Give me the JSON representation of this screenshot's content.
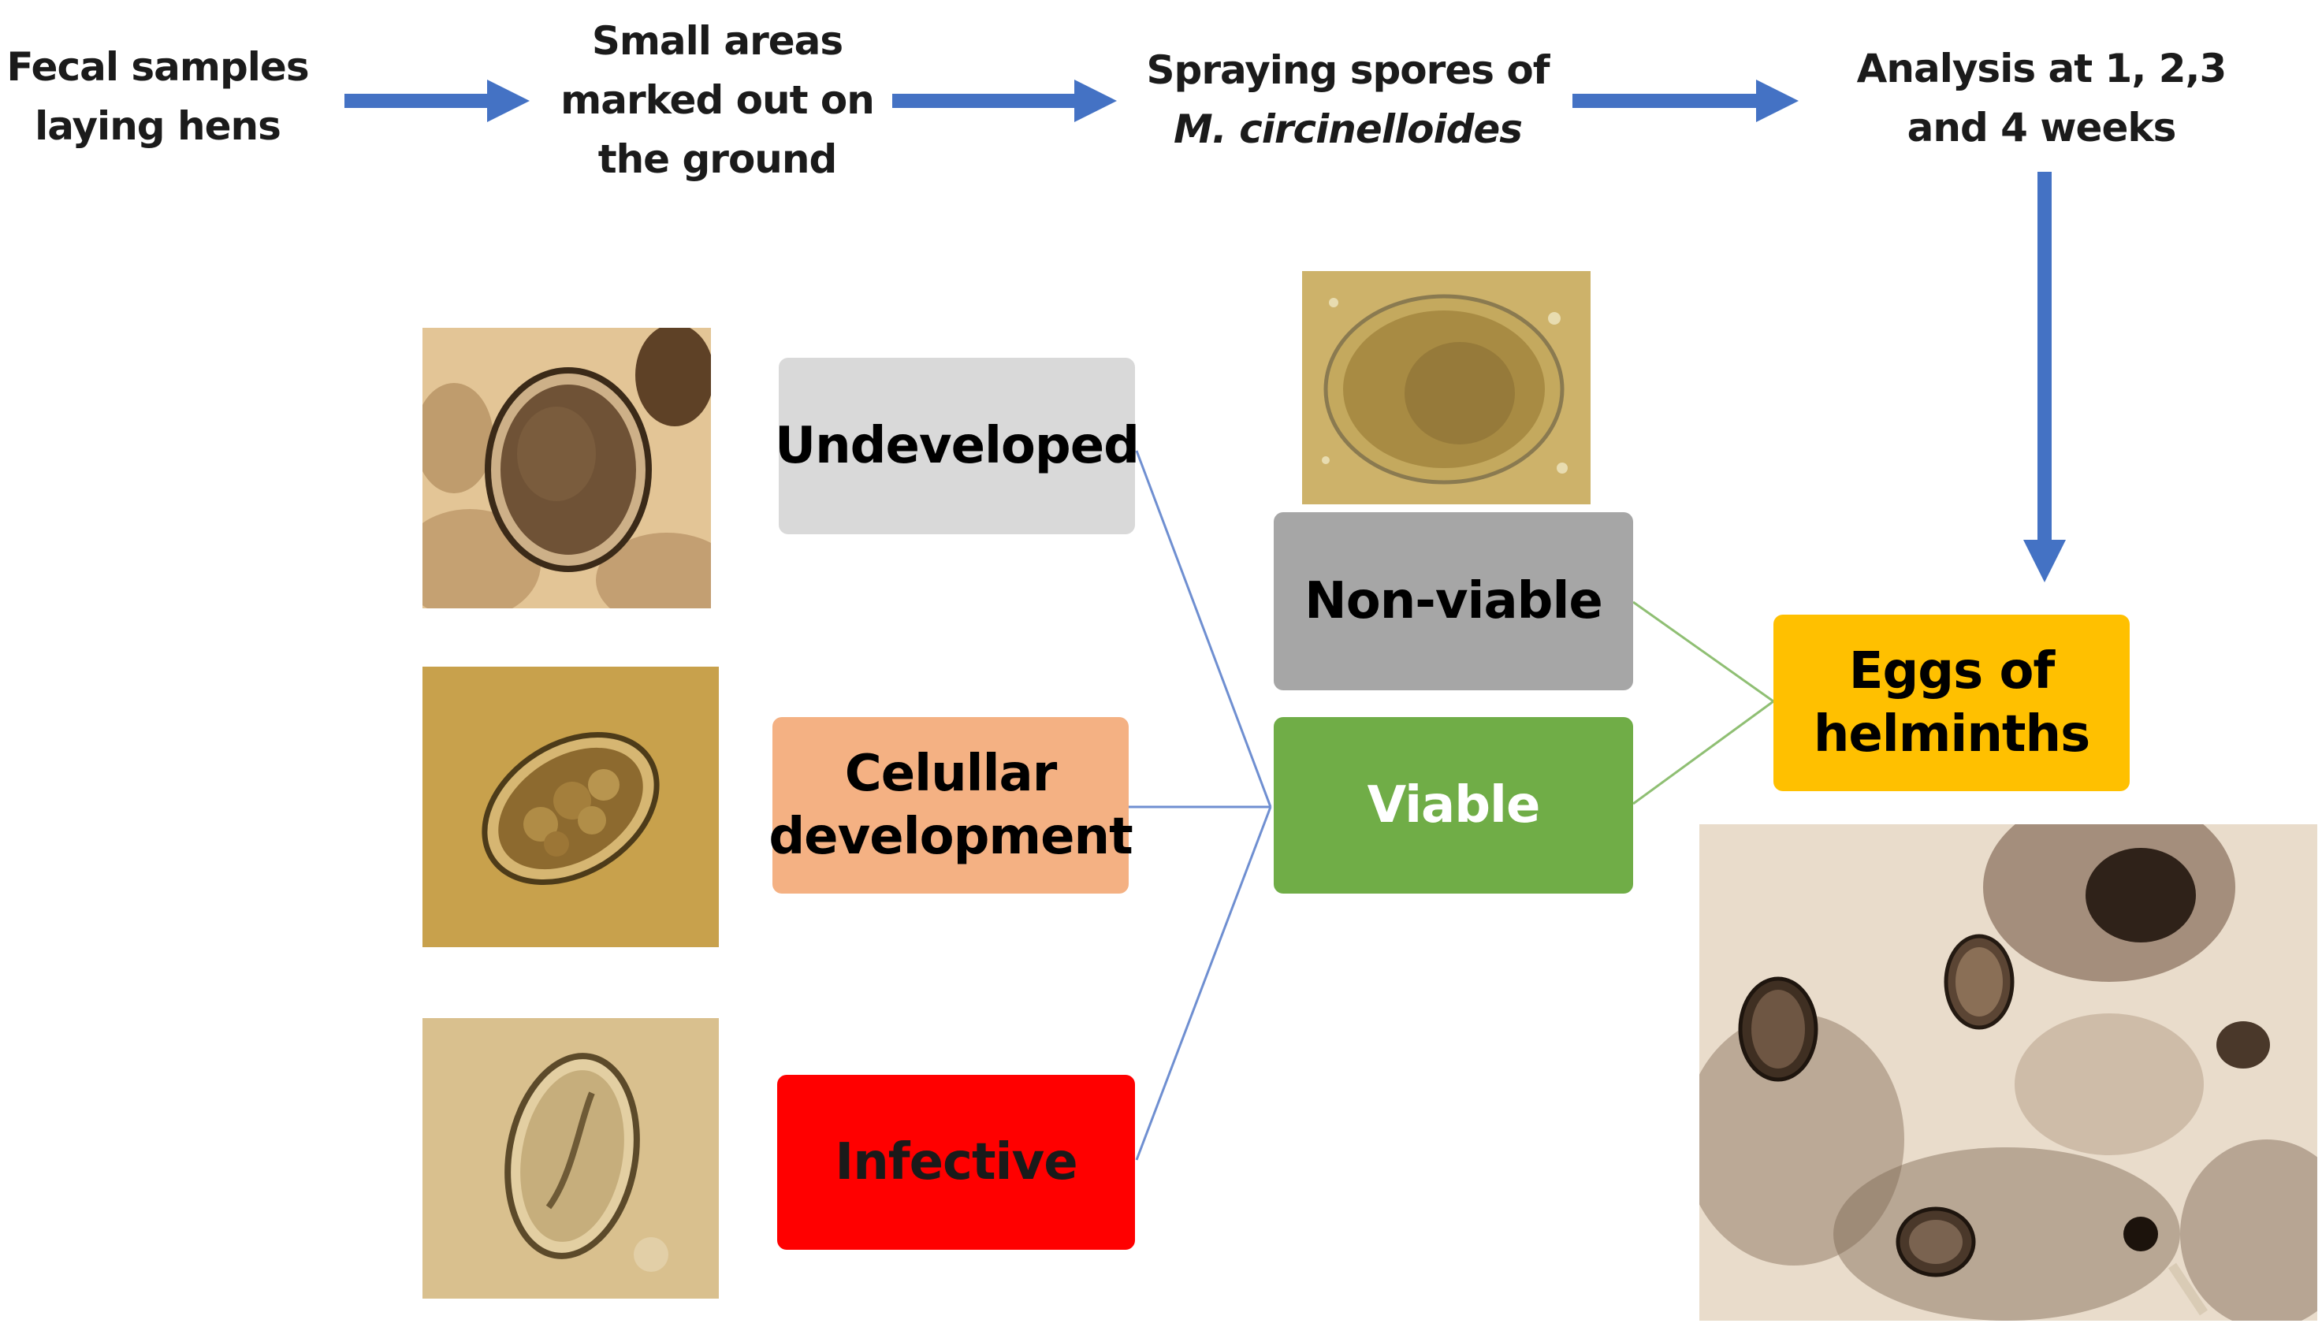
{
  "steps": {
    "step1": {
      "line1": "Fecal samples",
      "line2": "laying hens"
    },
    "step2": {
      "line1": "Small areas",
      "line2": "marked out on",
      "line3": "the ground"
    },
    "step3": {
      "line1": "Spraying spores of",
      "line2": "M. circinelloides"
    },
    "step4": {
      "line1": "Analysis at 1, 2,3",
      "line2": "and 4 weeks"
    }
  },
  "boxes": {
    "undeveloped": {
      "label": "Undeveloped",
      "color": "#d9d9d9"
    },
    "cellular": {
      "line1": "Celullar",
      "line2": "development",
      "color": "#f4b183"
    },
    "infective": {
      "label": "Infective",
      "color": "#ff0000"
    },
    "nonviable": {
      "label": "Non-viable",
      "color": "#a6a6a6"
    },
    "viable": {
      "label": "Viable",
      "color": "#70ad47"
    },
    "eggs": {
      "line1": "Eggs of",
      "line2": "helminths",
      "color": "#ffc000"
    }
  },
  "colors": {
    "arrow": "#4472c4",
    "connector_blue": "#6f8fd1",
    "connector_green": "#8fbf73"
  }
}
